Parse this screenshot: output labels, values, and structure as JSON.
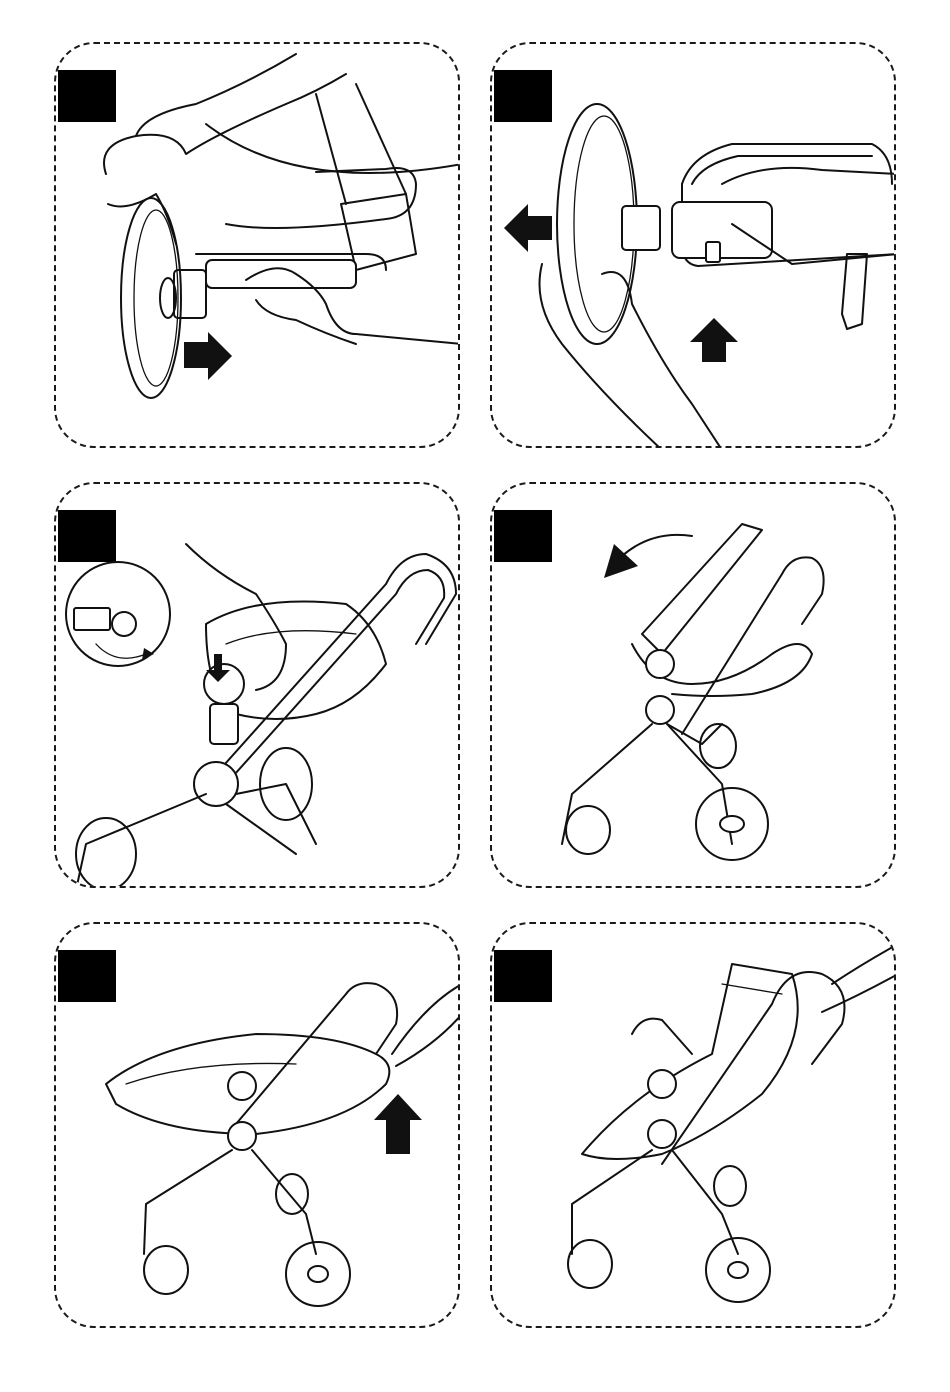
{
  "panels": [
    {
      "id": "p1",
      "step": "",
      "arrow": "arrow-right-icon"
    },
    {
      "id": "p2",
      "step": "",
      "arrow": "arrow-left-icon"
    },
    {
      "id": "p3",
      "step": "",
      "arrow": "arrow-down-icon"
    },
    {
      "id": "p4",
      "step": "",
      "arrow": "curved-arrow-left-icon"
    },
    {
      "id": "p5",
      "step": "",
      "arrow": "arrow-up-icon"
    },
    {
      "id": "p6",
      "step": "",
      "arrow": ""
    }
  ],
  "colors": {
    "line": "#111111",
    "background": "#ffffff",
    "step_box": "#000000"
  }
}
